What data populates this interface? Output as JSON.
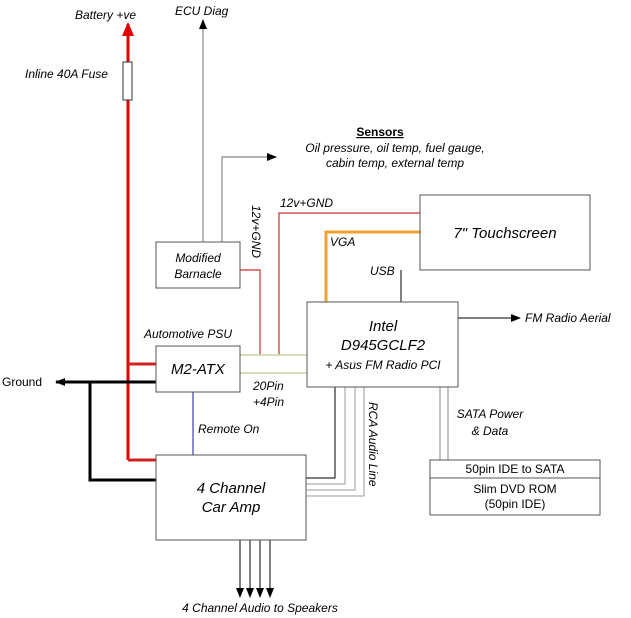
{
  "labels": {
    "battery": "Battery +ve",
    "fuse": "Inline 40A Fuse",
    "ecu": "ECU Diag",
    "sensors_title": "Sensors",
    "sensors_line1": "Oil pressure, oil temp, fuel gauge,",
    "sensors_line2": "cabin temp, external temp",
    "barnacle_power": "12v+GND",
    "screen_power": "12v+GND",
    "vga": "VGA",
    "usb": "USB",
    "fm_aerial": "FM Radio Aerial",
    "psu_caption": "Automotive PSU",
    "ground": "Ground",
    "pin1": "20Pin",
    "pin2": "+4Pin",
    "remote": "Remote On",
    "rca": "RCA Audio Line",
    "sata1": "SATA Power",
    "sata2": "& Data",
    "speakers": "4 Channel Audio to Speakers"
  },
  "nodes": {
    "barnacle": [
      "Modified",
      "Barnacle"
    ],
    "touchscreen": "7\" Touchscreen",
    "intel": [
      "Intel",
      "D945GCLF2",
      "+ Asus FM Radio PCI"
    ],
    "psu": "M2-ATX",
    "amp": [
      "4 Channel",
      "Car Amp"
    ],
    "ide": "50pin IDE to SATA",
    "dvd": [
      "Slim DVD ROM",
      "(50pin IDE)"
    ]
  },
  "colors": {
    "power": "#e00000",
    "thin_power": "#d03030",
    "vga": "#f0a030",
    "ground": "#000000",
    "remote": "#1a1a8c",
    "signal": "#888888",
    "atx_bus": "#c5d6a6"
  }
}
